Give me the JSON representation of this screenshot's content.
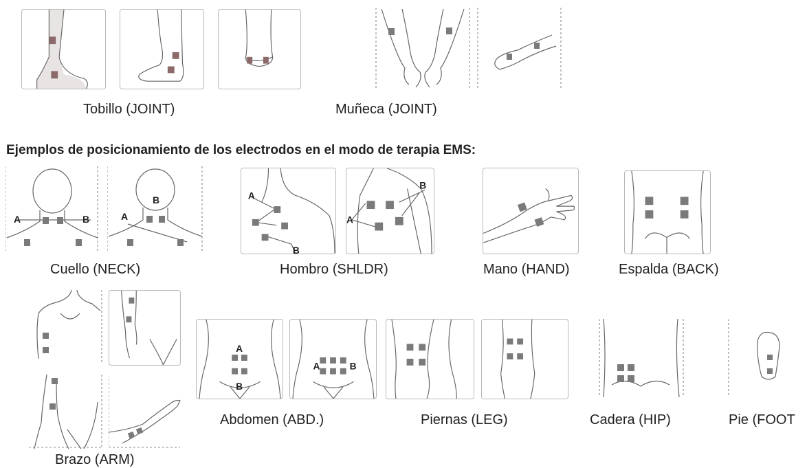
{
  "captions": {
    "ankle": "Tobillo (JOINT)",
    "wrist": "Muñeca (JOINT)",
    "neck": "Cuello (NECK)",
    "shoulder": "Hombro (SHLDR)",
    "hand": "Mano (HAND)",
    "back": "Espalda (BACK)",
    "arm": "Brazo (ARM)",
    "abdomen": "Abdomen (ABD.)",
    "leg": "Piernas (LEG)",
    "hip": "Cadera (HIP)",
    "foot": "Pie (FOOT"
  },
  "heading": "Ejemplos de posicionamiento de los electrodos en el modo de terapia EMS:",
  "labels": {
    "a": "A",
    "b": "B"
  },
  "colors": {
    "pad": "#7a7a7a",
    "panel_border": "#b8b8b8"
  }
}
